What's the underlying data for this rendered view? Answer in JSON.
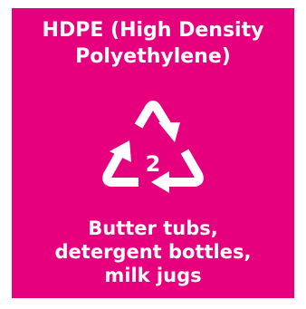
{
  "card": {
    "background_color": "#e6007e",
    "text_color": "#ffffff",
    "title_lines": [
      "HDPE (High Density",
      "Polyethylene)"
    ],
    "resin_code": "2",
    "symbol_icon": "recycling-triangle-icon",
    "caption_lines": [
      "Butter tubs,",
      "detergent bottles,",
      "milk jugs"
    ]
  }
}
